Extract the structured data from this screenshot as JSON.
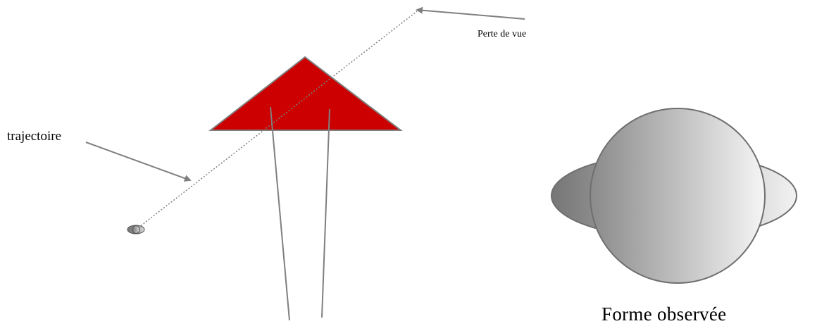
{
  "labels": {
    "trajectory": "trajectoire",
    "loss_of_sight": "Perte de vue",
    "observed_shape": "Forme observée"
  },
  "colors": {
    "roof": "#cc0000",
    "line": "#7f7f7f",
    "sphere_light": "#f5f5f5",
    "sphere_dark": "#8a8a8a",
    "text": "#000000"
  }
}
